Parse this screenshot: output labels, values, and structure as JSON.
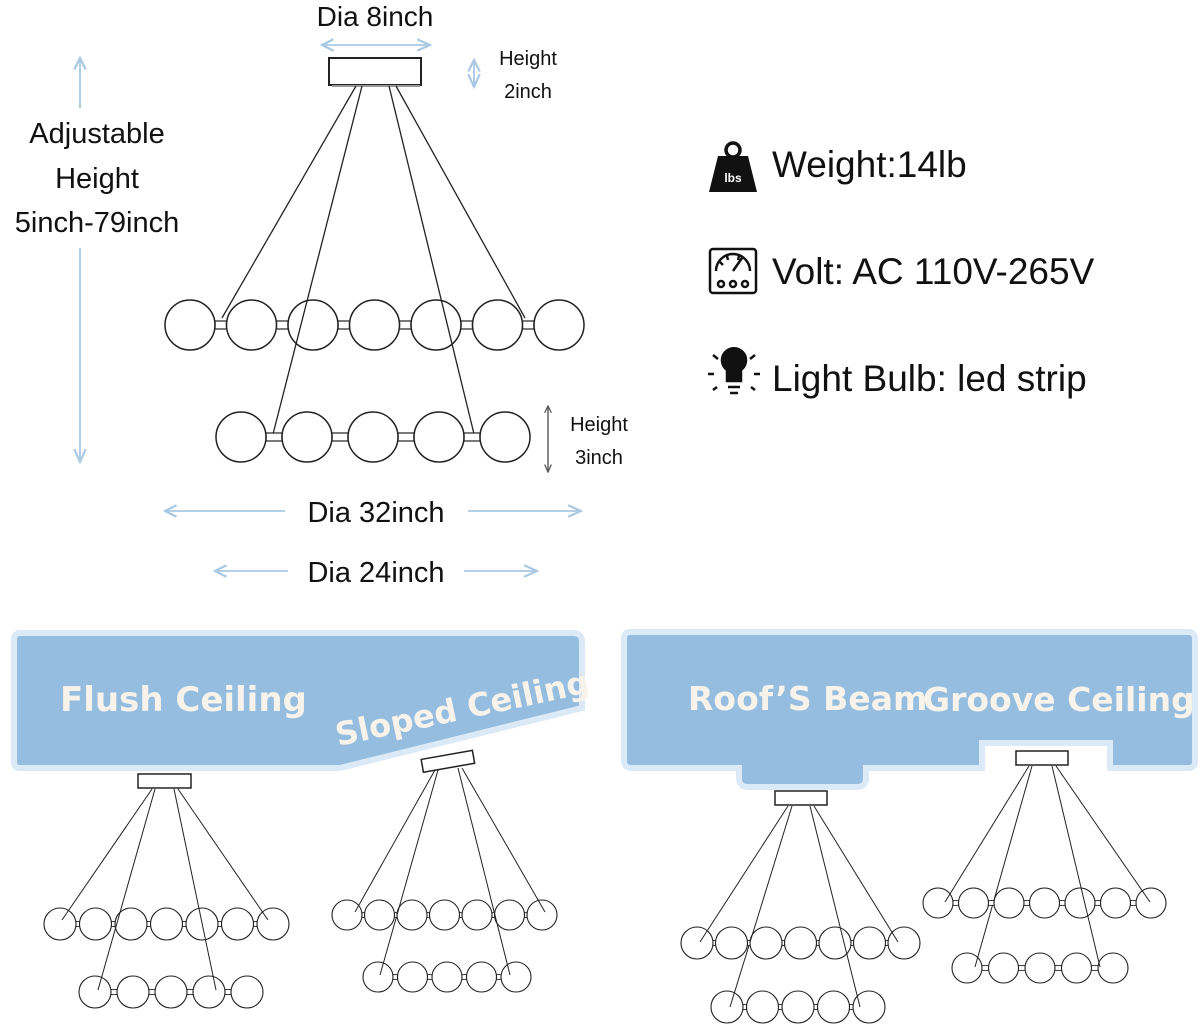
{
  "dimensions": {
    "canopy_dia": "Dia 8inch",
    "canopy_height_line1": "Height",
    "canopy_height_line2": "2inch",
    "adjustable_line1": "Adjustable",
    "adjustable_line2": "Height",
    "adjustable_line3": "5inch-79inch",
    "ring_height_line1": "Height",
    "ring_height_line2": "3inch",
    "outer_dia": "Dia 32inch",
    "inner_dia": "Dia 24inch"
  },
  "specs": [
    {
      "icon": "weight-icon",
      "icon_text": "lbs",
      "label": "Weight:14lb"
    },
    {
      "icon": "voltmeter-icon",
      "label": "Volt: AC 110V-265V"
    },
    {
      "icon": "bulb-icon",
      "label": "Light Bulb: led strip"
    }
  ],
  "ceilings": {
    "flush": "Flush Ceiling",
    "sloped": "Sloped Ceiling",
    "beam": "Roof’S Beam",
    "groove": "Groove Ceiling"
  },
  "colors": {
    "ceiling_fill": "#94bde0",
    "ceiling_border": "#dbeaf6",
    "dimension_line": "#a9c8e3",
    "ring_stroke": "#222222"
  }
}
